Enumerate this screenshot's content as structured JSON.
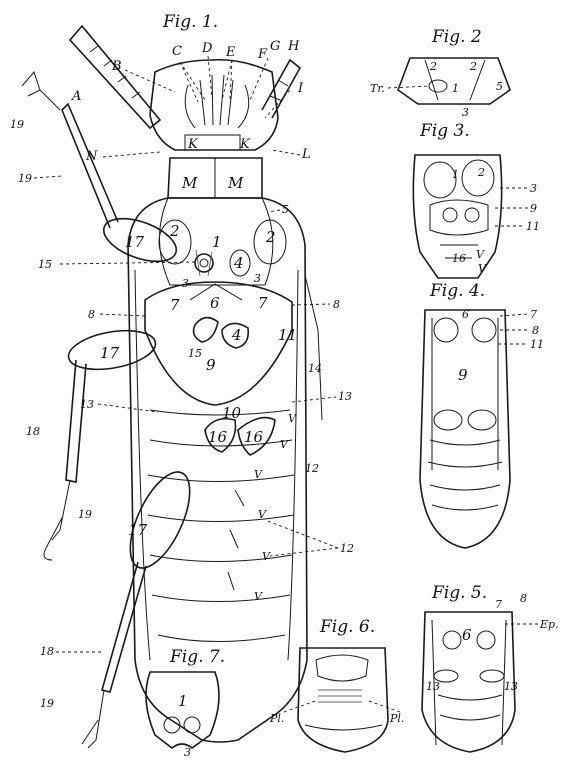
{
  "figures": {
    "fig1": {
      "title": "Fig. 1.",
      "letters": [
        "A",
        "B",
        "C",
        "D",
        "E",
        "F",
        "G",
        "H",
        "I",
        "K",
        "K",
        "L",
        "M",
        "M",
        "N"
      ],
      "numbers": [
        "1",
        "2",
        "2",
        "3",
        "3",
        "4",
        "4",
        "5",
        "6",
        "7",
        "7",
        "8",
        "8",
        "9",
        "10",
        "11",
        "12",
        "12",
        "13",
        "13",
        "14",
        "15",
        "15",
        "16",
        "16",
        "17",
        "17",
        "17",
        "18",
        "18",
        "19",
        "19",
        "V",
        "V",
        "V",
        "V",
        "V",
        "V"
      ]
    },
    "fig2": {
      "title": "Fig. 2",
      "labels": [
        "Tr.",
        "2",
        "2",
        "1",
        "5",
        "3"
      ]
    },
    "fig3": {
      "title": "Fig 3.",
      "labels": [
        "1",
        "2",
        "3",
        "9",
        "11",
        "16",
        "V",
        "V"
      ]
    },
    "fig4": {
      "title": "Fig. 4.",
      "labels": [
        "6",
        "7",
        "8",
        "11",
        "9"
      ]
    },
    "fig5": {
      "title": "Fig. 5.",
      "labels": [
        "7",
        "8",
        "6",
        "Ep.",
        "13",
        "13"
      ]
    },
    "fig6": {
      "title": "Fig. 6.",
      "labels": [
        "Pl.",
        "Pl."
      ]
    },
    "fig7": {
      "title": "Fig. 7.",
      "labels": [
        "1",
        "3"
      ]
    }
  }
}
